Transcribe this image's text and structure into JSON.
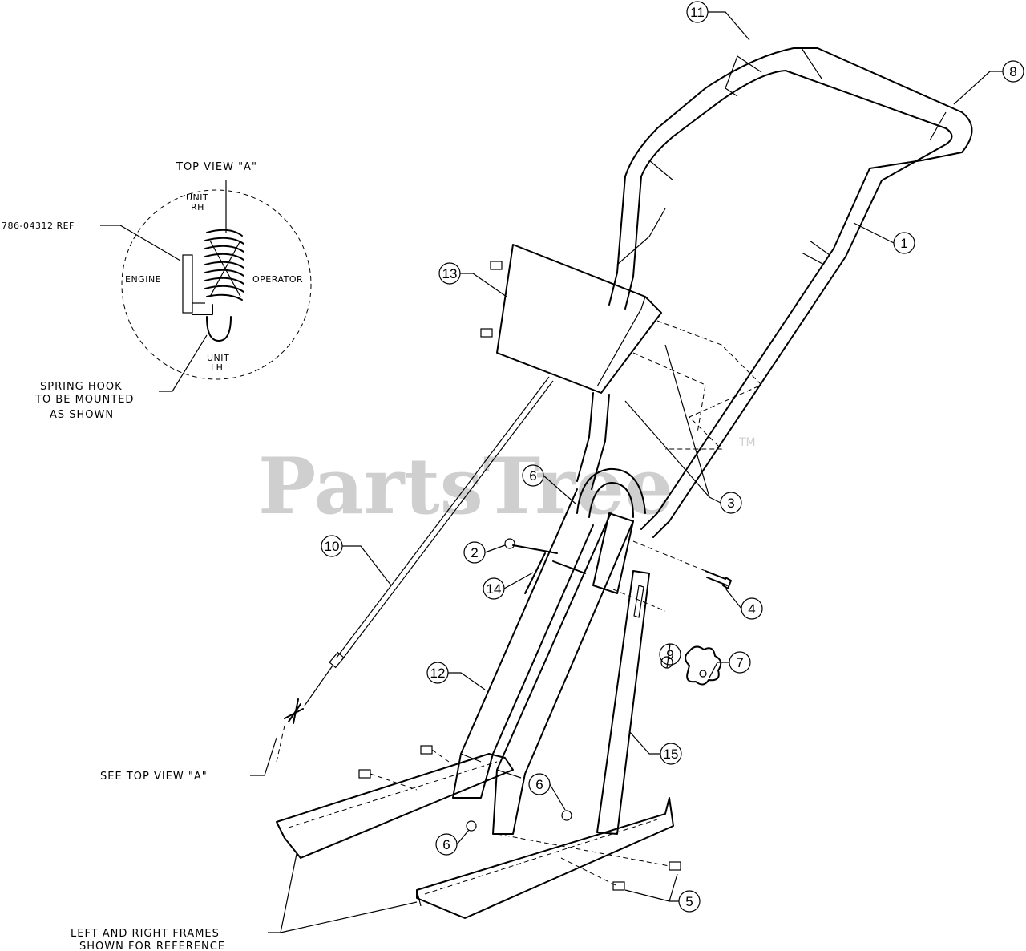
{
  "watermark": {
    "text": "PartsTree",
    "trademark": "TM"
  },
  "detail_view": {
    "title": "TOP VIEW \"A\"",
    "unit_rh": [
      "UNIT",
      "RH"
    ],
    "unit_lh": [
      "UNIT",
      "LH"
    ],
    "engine": "ENGINE",
    "operator": "OPERATOR",
    "ref_part": "786-04312 REF"
  },
  "notes": {
    "spring_hook": [
      "SPRING HOOK",
      "TO BE MOUNTED",
      "AS SHOWN"
    ],
    "see_top_view": "SEE TOP VIEW \"A\"",
    "frames": [
      "LEFT AND RIGHT FRAMES",
      "SHOWN FOR REFERENCE"
    ]
  },
  "callouts": [
    "1",
    "2",
    "3",
    "4",
    "5",
    "6",
    "6",
    "6",
    "7",
    "8",
    "9",
    "10",
    "11",
    "12",
    "13",
    "14",
    "15"
  ]
}
